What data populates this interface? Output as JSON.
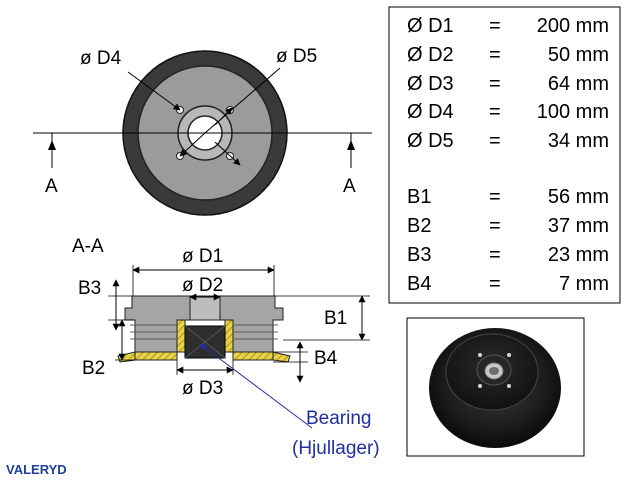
{
  "colors": {
    "drum_dark": "#3a3a3a",
    "drum_face": "#9b9b9b",
    "hub_light": "#b5b5b5",
    "hatch_yellow": "#e8d24a",
    "bearing_fill": "#2e2e2e",
    "bearing_label": "#1f2f9f",
    "brand": "#1f3f9a"
  },
  "front_view": {
    "label_d4": "ø D4",
    "label_d5": "ø D5",
    "section_left": "A",
    "section_right": "A"
  },
  "section_view": {
    "title": "A-A",
    "label_d1": "ø D1",
    "label_d2": "ø D2",
    "label_d3": "ø D3",
    "label_b1": "B1",
    "label_b2": "B2",
    "label_b3": "B3",
    "label_b4": "B4",
    "bearing_line1": "Bearing",
    "bearing_line2": "(Hjullager)"
  },
  "specs": [
    {
      "name": "Ø D1",
      "eq": "=",
      "value": "200 mm"
    },
    {
      "name": "Ø D2",
      "eq": "=",
      "value": "50 mm"
    },
    {
      "name": "Ø D3",
      "eq": "=",
      "value": "64 mm"
    },
    {
      "name": "Ø D4",
      "eq": "=",
      "value": "100 mm"
    },
    {
      "name": "Ø D5",
      "eq": "=",
      "value": "34 mm"
    },
    {
      "name": "B1",
      "eq": "=",
      "value": "56 mm"
    },
    {
      "name": "B2",
      "eq": "=",
      "value": "37 mm"
    },
    {
      "name": "B3",
      "eq": "=",
      "value": "23 mm"
    },
    {
      "name": "B4",
      "eq": "=",
      "value": "7 mm"
    }
  ],
  "brand": "VALERYD"
}
